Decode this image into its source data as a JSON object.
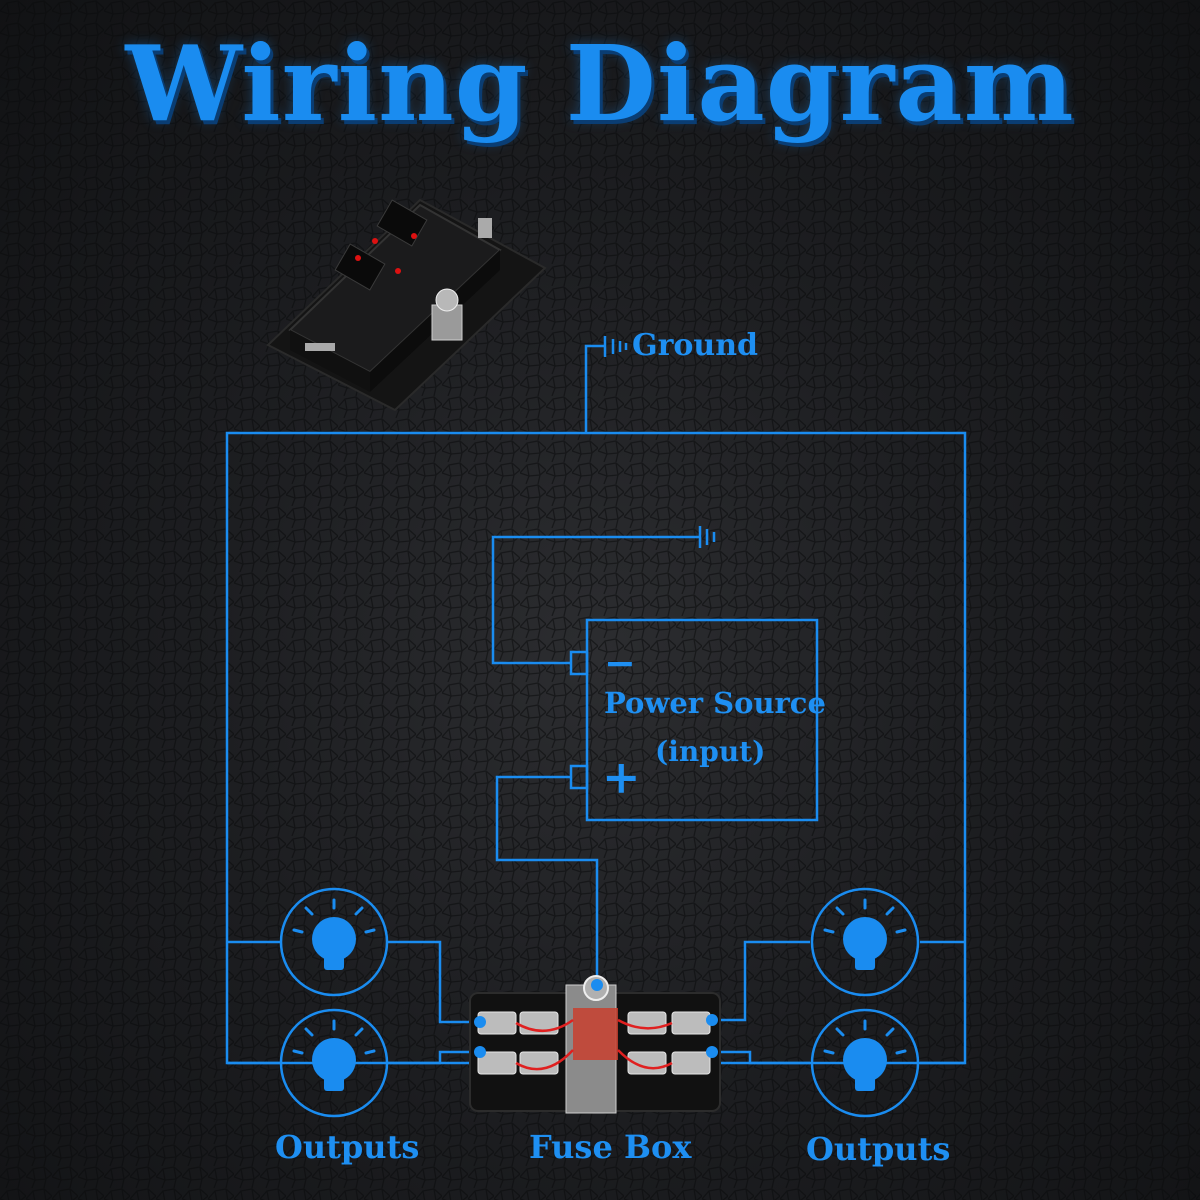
{
  "title": "Wiring Diagram",
  "labels": {
    "ground": "Ground",
    "power_source": "Power Source",
    "input": "(input)",
    "minus": "−",
    "plus": "+",
    "fuse_box": "Fuse Box",
    "outputs_left": "Outputs",
    "outputs_right": "Outputs"
  },
  "icons": [
    "fuse-box-product-photo",
    "ground-symbol",
    "light-bulb-icon",
    "fuse-box-icon"
  ],
  "colors": {
    "wire": "#1a8cf0",
    "title": "#1a8cf0",
    "background": "#1d1e21"
  }
}
